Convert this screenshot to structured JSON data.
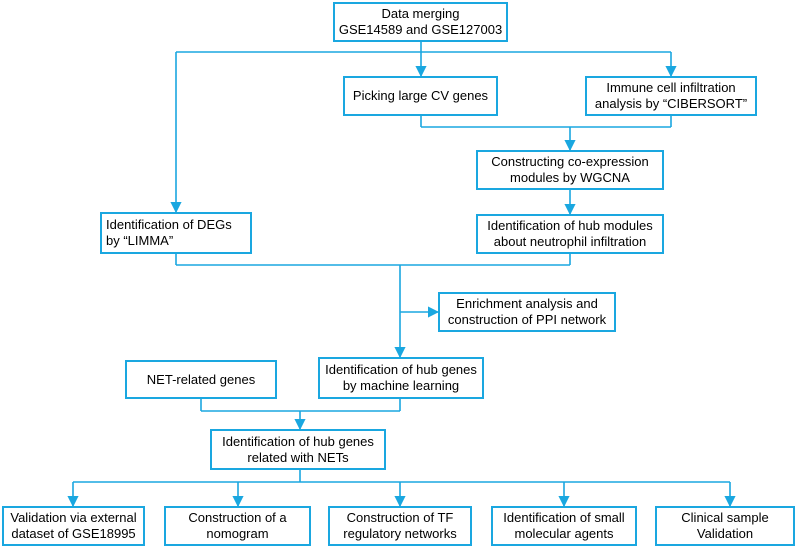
{
  "colors": {
    "line": "#1aa7e0",
    "text": "#000000"
  },
  "nodes": {
    "data_merging": [
      "Data merging",
      "GSE14589 and GSE127003"
    ],
    "large_cv": [
      "Picking large CV genes"
    ],
    "cibersort": [
      "Immune cell infiltration",
      "analysis by “CIBERSORT”"
    ],
    "wgcna": [
      "Constructing co-expression",
      "modules by WGCNA"
    ],
    "degs": [
      "Identification of DEGs",
      "by “LIMMA”"
    ],
    "hub_modules": [
      "Identification of hub modules",
      "about neutrophil infiltration"
    ],
    "enrichment": [
      "Enrichment analysis and",
      "construction of  PPI network"
    ],
    "net_genes": [
      "NET-related  genes"
    ],
    "hub_ml": [
      "Identification of hub genes",
      "by machine learning"
    ],
    "hub_nets": [
      "Identification of hub genes",
      "related with NETs"
    ],
    "validation": [
      "Validation via external",
      "dataset of GSE18995"
    ],
    "nomogram": [
      "Construction of a",
      "nomogram"
    ],
    "tf": [
      "Construction of TF",
      "regulatory networks"
    ],
    "small_mol": [
      "Identification of small",
      "molecular agents"
    ],
    "clinical": [
      "Clinical sample",
      "Validation"
    ]
  }
}
